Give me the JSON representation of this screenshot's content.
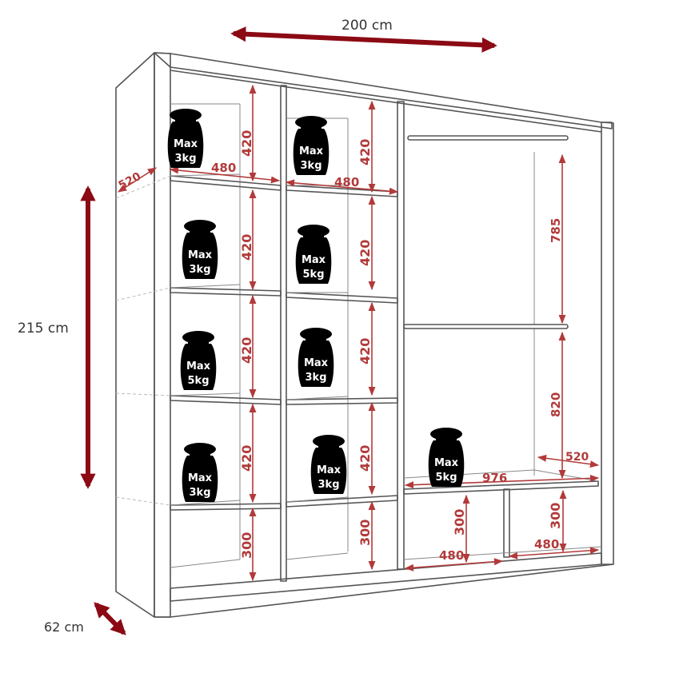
{
  "overall": {
    "width_label": "200 cm",
    "height_label": "215 cm",
    "depth_label": "62 cm"
  },
  "colors": {
    "arrow_dark": "#8b0a14",
    "dim_red": "#b23a3a",
    "outline": "#555555",
    "weight_fill": "#000000"
  },
  "dims": {
    "depth_520_top": "520",
    "w_480_a": "480",
    "w_480_b": "480",
    "h_420_1": "420",
    "h_420_2": "420",
    "h_420_3": "420",
    "h_420_4": "420",
    "h_420_5": "420",
    "h_420_6": "420",
    "h_420_7": "420",
    "h_420_8": "420",
    "h_300_1": "300",
    "h_300_2": "300",
    "h_300_3": "300",
    "h_300_4": "300",
    "h_785": "785",
    "h_820": "820",
    "d_520_right": "520",
    "w_976": "976",
    "w_480_c": "480",
    "w_480_d": "480"
  },
  "weights": [
    {
      "line1": "Max",
      "line2": "3kg"
    },
    {
      "line1": "Max",
      "line2": "3kg"
    },
    {
      "line1": "Max",
      "line2": "3kg"
    },
    {
      "line1": "Max",
      "line2": "5kg"
    },
    {
      "line1": "Max",
      "line2": "5kg"
    },
    {
      "line1": "Max",
      "line2": "3kg"
    },
    {
      "line1": "Max",
      "line2": "3kg"
    },
    {
      "line1": "Max",
      "line2": "3kg"
    },
    {
      "line1": "Max",
      "line2": "5kg"
    }
  ]
}
